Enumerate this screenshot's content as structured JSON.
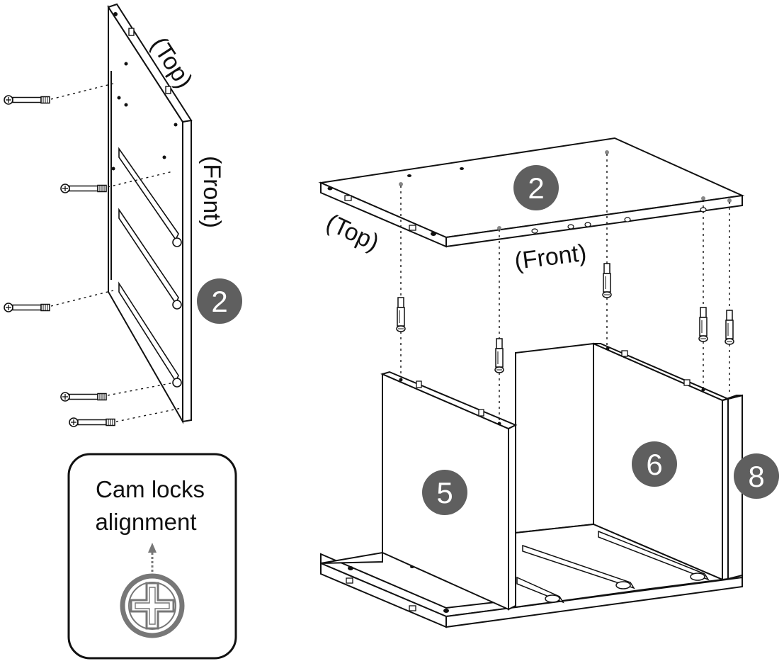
{
  "left_view": {
    "label_top": "(Top)",
    "label_front": "(Front)",
    "panel_badge": "2"
  },
  "main_view": {
    "label_top": "(Top)",
    "label_front": "(Front)",
    "top_panel_badge": "2",
    "left_panel_badge": "5",
    "back_panel_badge": "6",
    "right_panel_badge": "8"
  },
  "cam_box": {
    "line1": "Cam locks",
    "line2": "alignment"
  },
  "colors": {
    "line": "#111111",
    "badge": "#5f5f5f",
    "cam_ring": "#777777"
  }
}
